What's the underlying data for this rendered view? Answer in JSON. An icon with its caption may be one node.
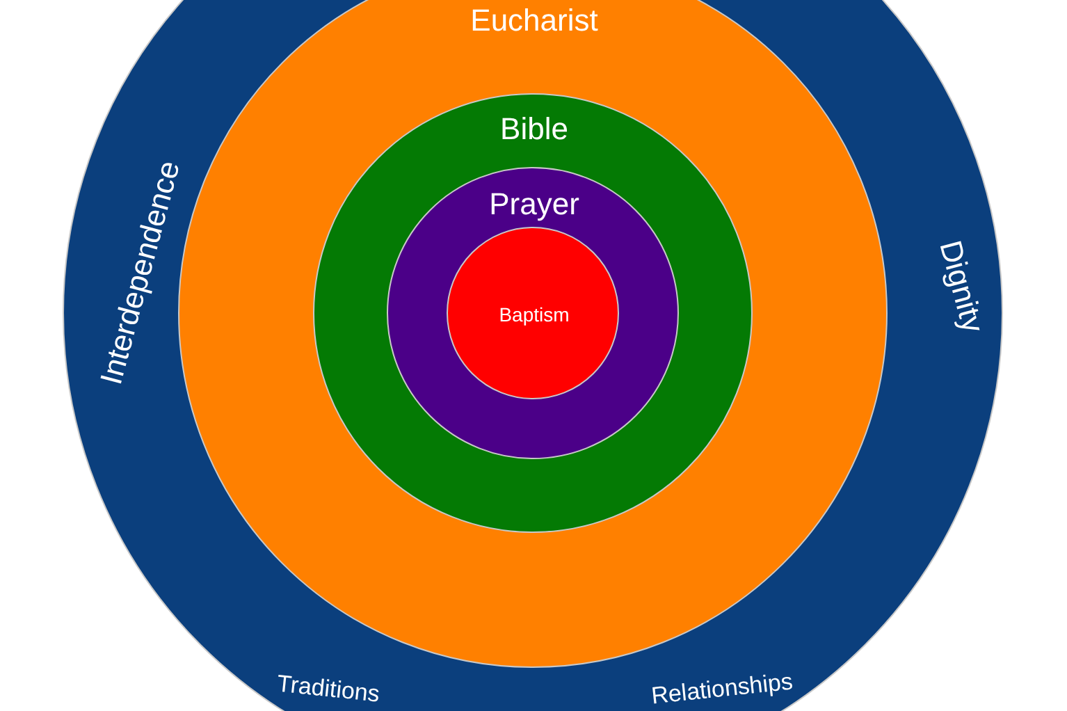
{
  "diagram": {
    "nodes": [
      {
        "text": [
          "Interdependence",
          "Dignity",
          "Traditions",
          "Relationships"
        ]
      },
      {
        "text": [
          "Eucharist"
        ],
        "in": 0
      },
      {
        "text": [
          "Bible"
        ],
        "in": 1
      },
      {
        "text": [
          "Prayer"
        ],
        "in": 2
      },
      {
        "text": [
          "Baptism"
        ],
        "in": 3
      }
    ]
  }
}
